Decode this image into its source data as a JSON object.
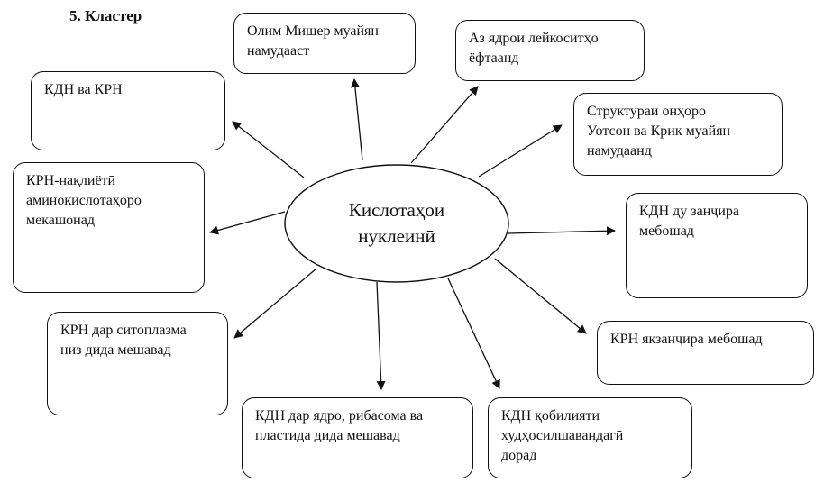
{
  "title": "5. Кластер",
  "center": "Кислотаҳои\nнуклеинӣ",
  "boxes": [
    "Олим Мишер муайян\nнамудааст",
    "Аз ядрои лейкоситҳо\nёфтаанд",
    "КДН ва КРН",
    "Структураи онҳоро\nУотсон ва Крик муайян\nнамудаанд",
    "КРН-нақлиётӣ\nаминокислотаҳоро\nмекашонад",
    "КДН ду занҷира\nмебошад",
    "КРН дар ситоплазма\nниз дида мешавад",
    "КРН якзанҷира мебошад",
    "КДН дар ядро, рибасома ва\nпластида дида мешавад",
    "КДН қобилияти\nхудҳосилшавандагӣ\nдорад"
  ]
}
